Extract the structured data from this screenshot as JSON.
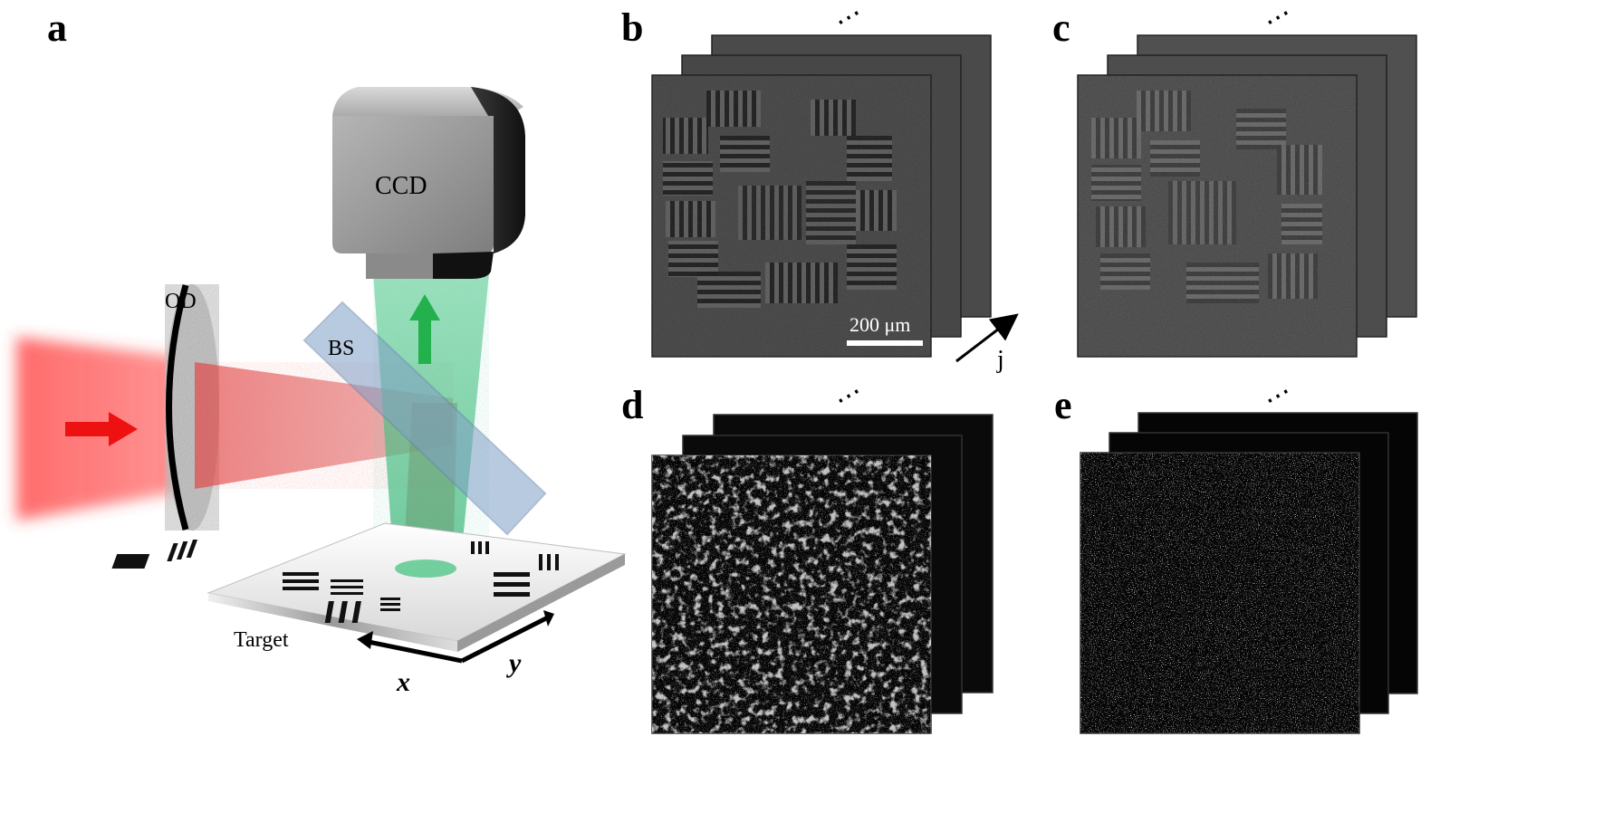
{
  "panels": {
    "a": {
      "letter": "a"
    },
    "b": {
      "letter": "b",
      "scalebar_text": "200 μm",
      "stack_axis": "j",
      "more": "⋯"
    },
    "c": {
      "letter": "c",
      "more": "⋯"
    },
    "d": {
      "letter": "d",
      "more": "⋯"
    },
    "e": {
      "letter": "e",
      "more": "⋯"
    }
  },
  "setup": {
    "ccd_label": "CCD",
    "bs_label": "BS",
    "od_label": "OD",
    "target_label": "Target",
    "axis_x": "x",
    "axis_y": "y"
  },
  "colors": {
    "laser_beam": "#ff3b3b",
    "signal_beam": "#3fc07a",
    "beam_splitter": "#7f9fc6",
    "camera_body": "#9a9a9a"
  },
  "icons": {
    "input_arrow": "red-arrow-icon",
    "output_arrow": "green-arrow-icon"
  }
}
